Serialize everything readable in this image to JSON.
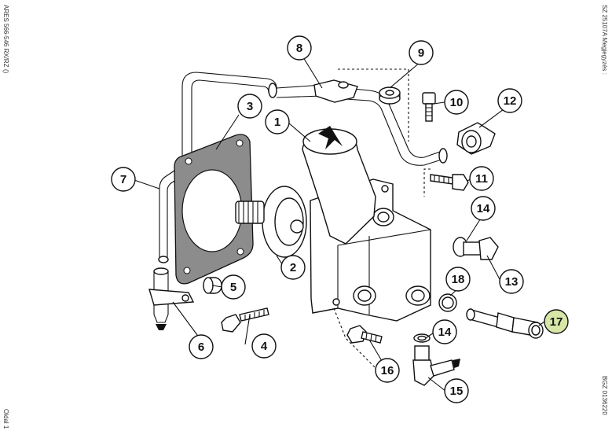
{
  "margin_text": {
    "left_top": "ARES 566-546 RX/RZ ()",
    "left_bottom": "Oldal 1",
    "right_top": "SZ 25107A  Megjegyzés :",
    "right_bottom": "BGZ 0136220"
  },
  "callouts": [
    {
      "id": "c1",
      "label": "1"
    },
    {
      "id": "c2",
      "label": "2"
    },
    {
      "id": "c3",
      "label": "3"
    },
    {
      "id": "c4",
      "label": "4"
    },
    {
      "id": "c5",
      "label": "5"
    },
    {
      "id": "c6",
      "label": "6"
    },
    {
      "id": "c7",
      "label": "7"
    },
    {
      "id": "c8",
      "label": "8"
    },
    {
      "id": "c9",
      "label": "9"
    },
    {
      "id": "c10",
      "label": "10"
    },
    {
      "id": "c11",
      "label": "11"
    },
    {
      "id": "c12",
      "label": "12"
    },
    {
      "id": "c13",
      "label": "13"
    },
    {
      "id": "c14a",
      "label": "14"
    },
    {
      "id": "c14b",
      "label": "14"
    },
    {
      "id": "c15",
      "label": "15"
    },
    {
      "id": "c16",
      "label": "16"
    },
    {
      "id": "c17",
      "label": "17",
      "highlight": "#d8e6a8"
    },
    {
      "id": "c18",
      "label": "18"
    }
  ],
  "colors": {
    "line": "#111111",
    "highlight": "#d8e6a8",
    "gasket": "#8c8c8c"
  }
}
